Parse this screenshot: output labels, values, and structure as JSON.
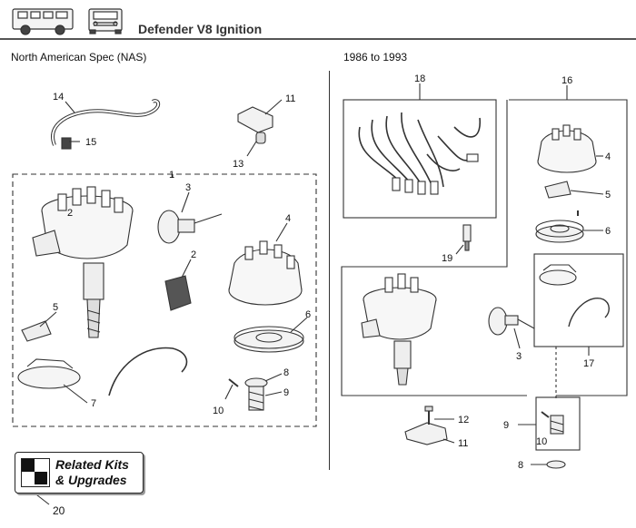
{
  "header": {
    "title": "Defender V8 Ignition",
    "vehicle_icons": [
      "defender-side-view-icon",
      "defender-front-view-icon"
    ]
  },
  "left_section": {
    "title": "North American Spec (NAS)",
    "callouts": [
      "1",
      "2",
      "3",
      "2",
      "4",
      "5",
      "6",
      "7",
      "8",
      "9",
      "10",
      "11",
      "13",
      "14",
      "15"
    ]
  },
  "right_section": {
    "title": "1986 to 1993",
    "callouts": [
      "18",
      "16",
      "4",
      "5",
      "6",
      "19",
      "3",
      "17",
      "12",
      "11",
      "9",
      "10",
      "8"
    ]
  },
  "kits_button": {
    "line1": "Related Kits",
    "line2": "& Upgrades",
    "callout": "20"
  },
  "colors": {
    "line": "#333333",
    "accent": "#111111"
  }
}
